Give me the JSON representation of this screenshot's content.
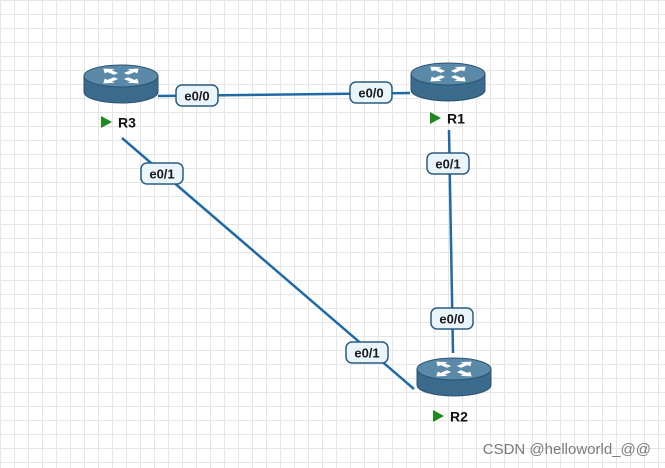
{
  "colors": {
    "link": "#1f6aa5",
    "router_top": "#5b8aa8",
    "router_body": "#3a6a8c",
    "router_edge": "#2c5370",
    "label_fill": "#eaf4fb",
    "label_stroke": "#2b5c80",
    "status_running": "#1e8a1e"
  },
  "routers": [
    {
      "id": "r1",
      "name": "R1",
      "status": "running",
      "icon": "router-icon"
    },
    {
      "id": "r2",
      "name": "R2",
      "status": "running",
      "icon": "router-icon"
    },
    {
      "id": "r3",
      "name": "R3",
      "status": "running",
      "icon": "router-icon"
    }
  ],
  "links": [
    {
      "id": "r3-r1",
      "a": "R3",
      "a_iface": "e0/0",
      "b": "R1",
      "b_iface": "e0/0"
    },
    {
      "id": "r1-r2",
      "a": "R1",
      "a_iface": "e0/1",
      "b": "R2",
      "b_iface": "e0/0"
    },
    {
      "id": "r3-r2",
      "a": "R3",
      "a_iface": "e0/1",
      "b": "R2",
      "b_iface": "e0/1"
    }
  ],
  "watermark": "CSDN @helloworld_@@"
}
